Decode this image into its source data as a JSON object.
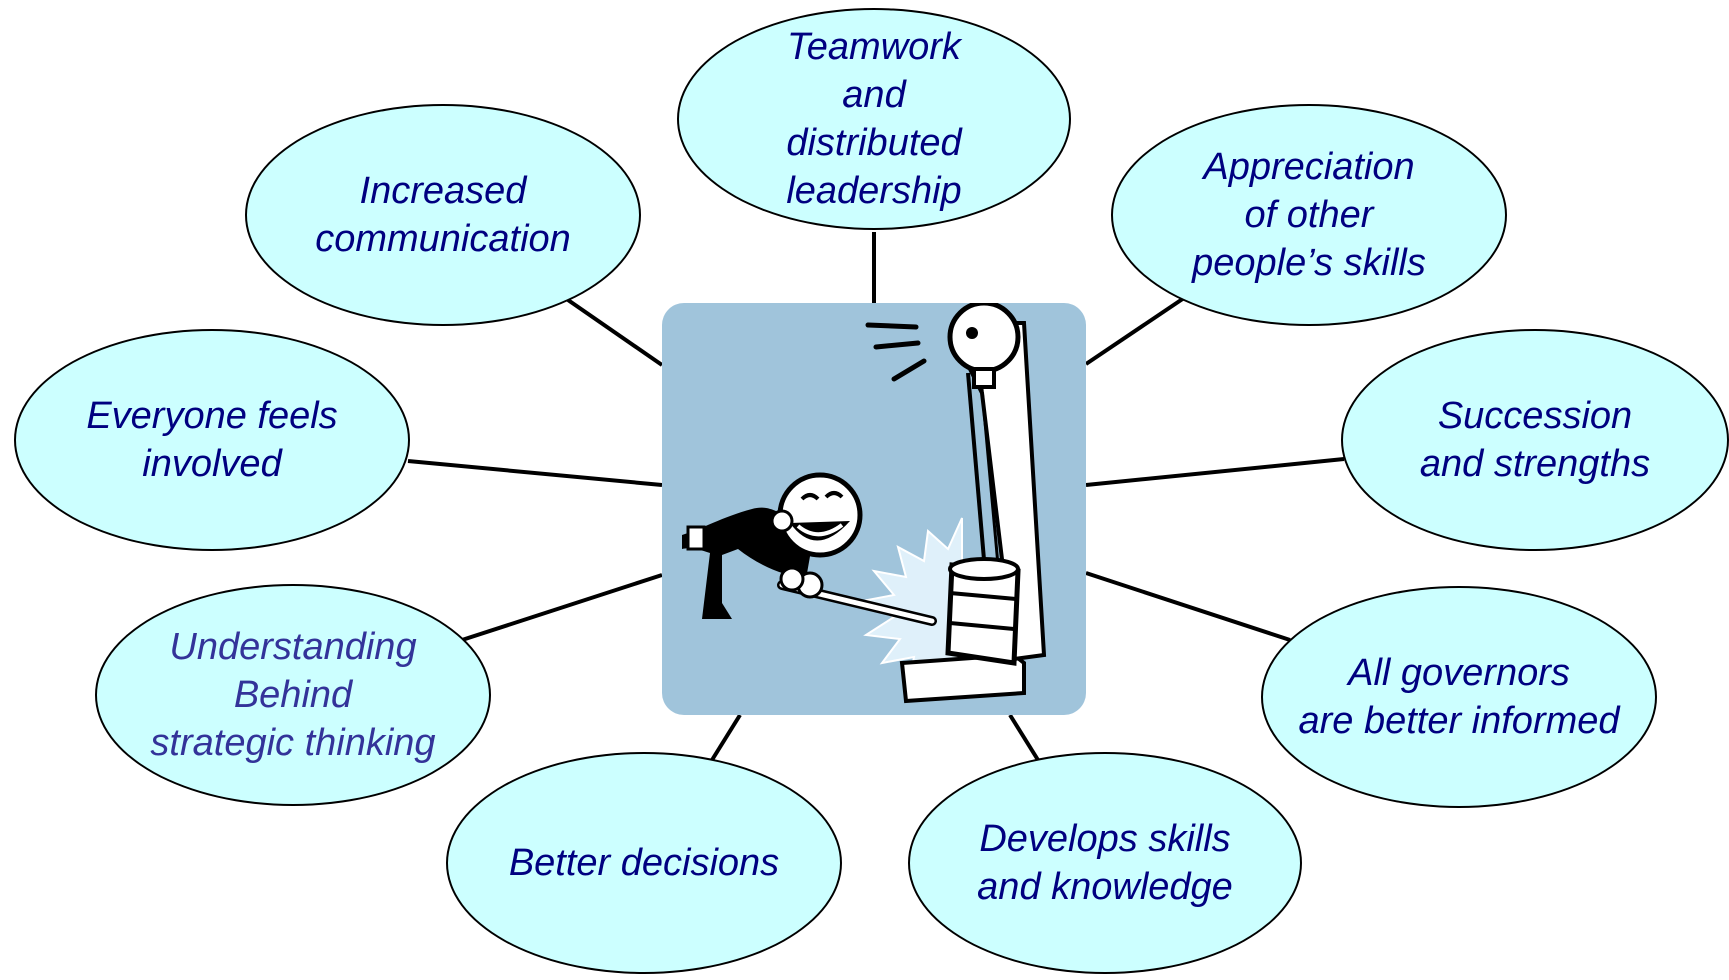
{
  "nodes": [
    {
      "id": "teamwork",
      "label": "Teamwork\nand\ndistributed\nleadership"
    },
    {
      "id": "communication",
      "label": "Increased\ncommunication"
    },
    {
      "id": "appreciation",
      "label": "Appreciation\nof other\npeople’s skills"
    },
    {
      "id": "involved",
      "label": "Everyone feels\ninvolved"
    },
    {
      "id": "succession",
      "label": "Succession\nand strengths"
    },
    {
      "id": "understanding",
      "label": "Understanding\nBehind\nstrategic thinking"
    },
    {
      "id": "governors",
      "label": "All governors\nare better informed"
    },
    {
      "id": "decisions",
      "label": "Better decisions"
    },
    {
      "id": "skills",
      "label": "Develops skills\nand knowledge"
    }
  ],
  "center_image": {
    "icon": "strength-tester-clipart-icon"
  },
  "colors": {
    "node_fill": "#ccffff",
    "node_border": "#000000",
    "label_text": "#000080",
    "label_text_light": "#333399",
    "center_panel": "#a0c4db",
    "connector": "#000000"
  }
}
